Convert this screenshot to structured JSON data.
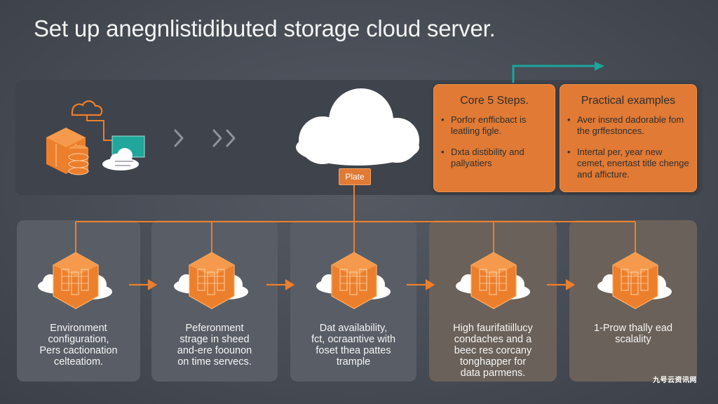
{
  "title": "Set up anegnlistidibuted storage cloud server.",
  "hub_label": "Plate",
  "core_card": {
    "title": "Core 5 Steps.",
    "items": [
      "Porfor enfficbact is leatling figle.",
      "Dxta distibility and pallyatiers"
    ]
  },
  "examples_card": {
    "title": "Practical examples",
    "items": [
      "Aver insred dadorable fom the grffestonces.",
      "Intertal per, year new cemet, enertast title chenge and afficture."
    ]
  },
  "steps": [
    {
      "lines": [
        "Environment",
        "configuration,",
        "Pers cactionation",
        "celteatiom."
      ]
    },
    {
      "lines": [
        "Peferonment",
        "strage in sheed",
        "and-ere foounon",
        "on time servecs."
      ]
    },
    {
      "lines": [
        "Dat availability,",
        "fct, ocraantive with",
        "foset thea pattes",
        "trample"
      ]
    },
    {
      "lines": [
        "High faurifatiillucy",
        "condaches and a",
        "beec res corcany",
        "tonghapper for",
        "data parmens."
      ]
    },
    {
      "lines": [
        "1-Prow thally ead",
        "scalality"
      ]
    }
  ],
  "watermark": "九号云资讯网",
  "colors": {
    "orange": "#e07a34",
    "teal": "#1aa69a",
    "background": "#4a4f58"
  }
}
